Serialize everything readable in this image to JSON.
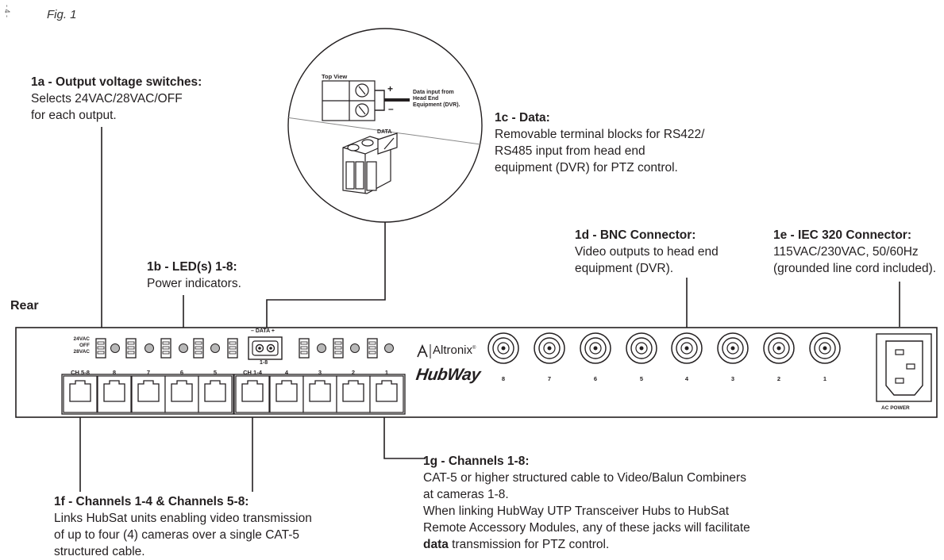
{
  "page_marker": "- 4 -",
  "figure_label": "Fig. 1",
  "rear_label": "Rear",
  "callouts": {
    "c1a": {
      "title": "1a - Output voltage switches:",
      "lines": [
        "Selects 24VAC/28VAC/OFF",
        "for each output."
      ]
    },
    "c1b": {
      "title": "1b - LED(s) 1-8:",
      "lines": [
        "Power indicators."
      ]
    },
    "c1c": {
      "title": "1c - Data:",
      "lines": [
        "Removable terminal blocks for RS422/",
        "RS485 input from head end",
        "equipment (DVR) for PTZ control."
      ]
    },
    "c1d": {
      "title": "1d - BNC Connector:",
      "lines": [
        "Video outputs to head end",
        "equipment (DVR)."
      ]
    },
    "c1e": {
      "title": "1e - IEC 320 Connector:",
      "lines": [
        "115VAC/230VAC, 50/60Hz",
        "(grounded line cord included)."
      ]
    },
    "c1f": {
      "title": "1f - Channels 1-4 & Channels 5-8:",
      "lines": [
        "Links HubSat units enabling video transmission",
        "of up to four (4) cameras over a single CAT-5",
        "structured cable."
      ]
    },
    "c1g": {
      "title": "1g - Channels 1-8:",
      "lines": [
        "CAT-5 or higher structured cable to Video/Balun Combiners",
        "at cameras 1-8.",
        "When linking HubWay UTP Transceiver Hubs to HubSat",
        "Remote Accessory Modules, any of these jacks will facilitate"
      ],
      "last_bold": "data",
      "last_rest": " transmission for PTZ control."
    }
  },
  "inset": {
    "top_view": "Top View",
    "plus": "+",
    "minus": "–",
    "data_input": [
      "Data input from",
      "Head End",
      "Equipment (DVR)."
    ],
    "data_tag": "DATA"
  },
  "panel": {
    "switch_labels": [
      "24VAC",
      "OFF",
      "28VAC"
    ],
    "data_label": "– DATA +",
    "data_sub": "1-8",
    "rj45_labels": [
      "CH 5-8",
      "8",
      "7",
      "6",
      "5",
      "CH 1-4",
      "4",
      "3",
      "2",
      "1"
    ],
    "bnc_labels": [
      "8",
      "7",
      "6",
      "5",
      "4",
      "3",
      "2",
      "1"
    ],
    "brand": "Altronix",
    "brand_reg": "®",
    "logo": "HubWay",
    "ac_power": "AC POWER"
  }
}
